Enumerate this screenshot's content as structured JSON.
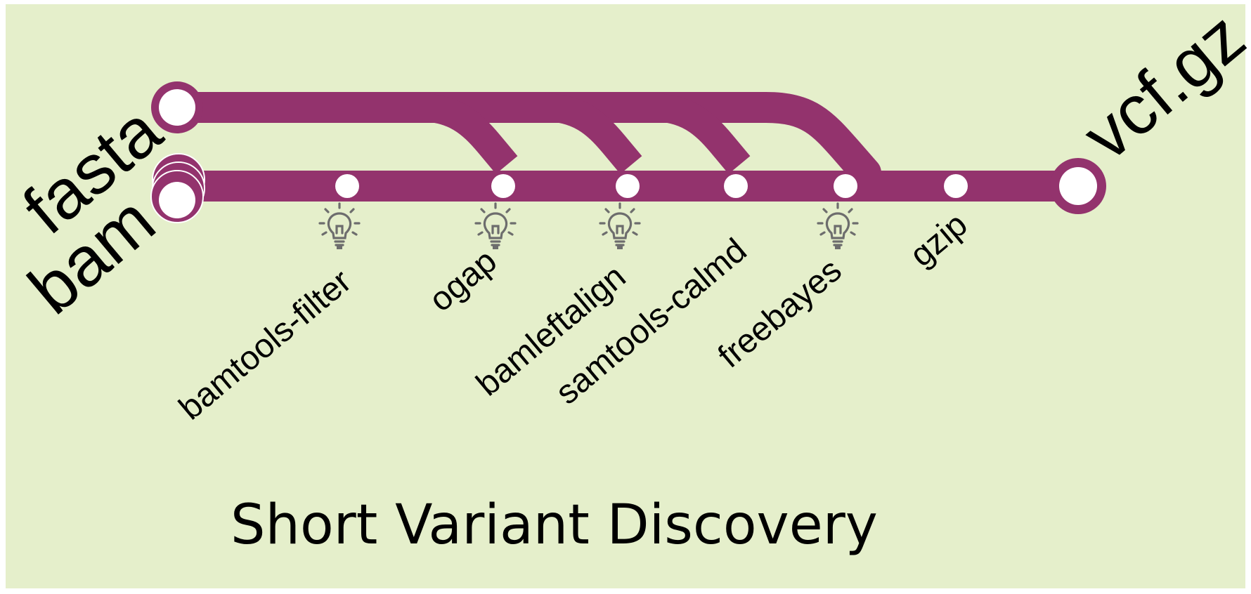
{
  "colors": {
    "background": "#e5efcb",
    "line": "#93336d",
    "station_fill": "#ffffff",
    "bulb": "#6d6d6d"
  },
  "inputs": [
    {
      "id": "fasta",
      "label": "fasta"
    },
    {
      "id": "bam",
      "label": "bam"
    }
  ],
  "output": {
    "label": "vcf.gz"
  },
  "steps": [
    {
      "label": "bamtools-filter",
      "uses_reference": false,
      "has_bulb": true
    },
    {
      "label": "ogap",
      "uses_reference": true,
      "has_bulb": true
    },
    {
      "label": "bamleftalign",
      "uses_reference": true,
      "has_bulb": true
    },
    {
      "label": "samtools-calmd",
      "uses_reference": true,
      "has_bulb": false
    },
    {
      "label": "freebayes",
      "uses_reference": true,
      "has_bulb": true
    },
    {
      "label": "gzip",
      "uses_reference": false,
      "has_bulb": false
    }
  ],
  "icons": {
    "step_hint": "lightbulb-icon"
  },
  "title": "Short Variant Discovery"
}
